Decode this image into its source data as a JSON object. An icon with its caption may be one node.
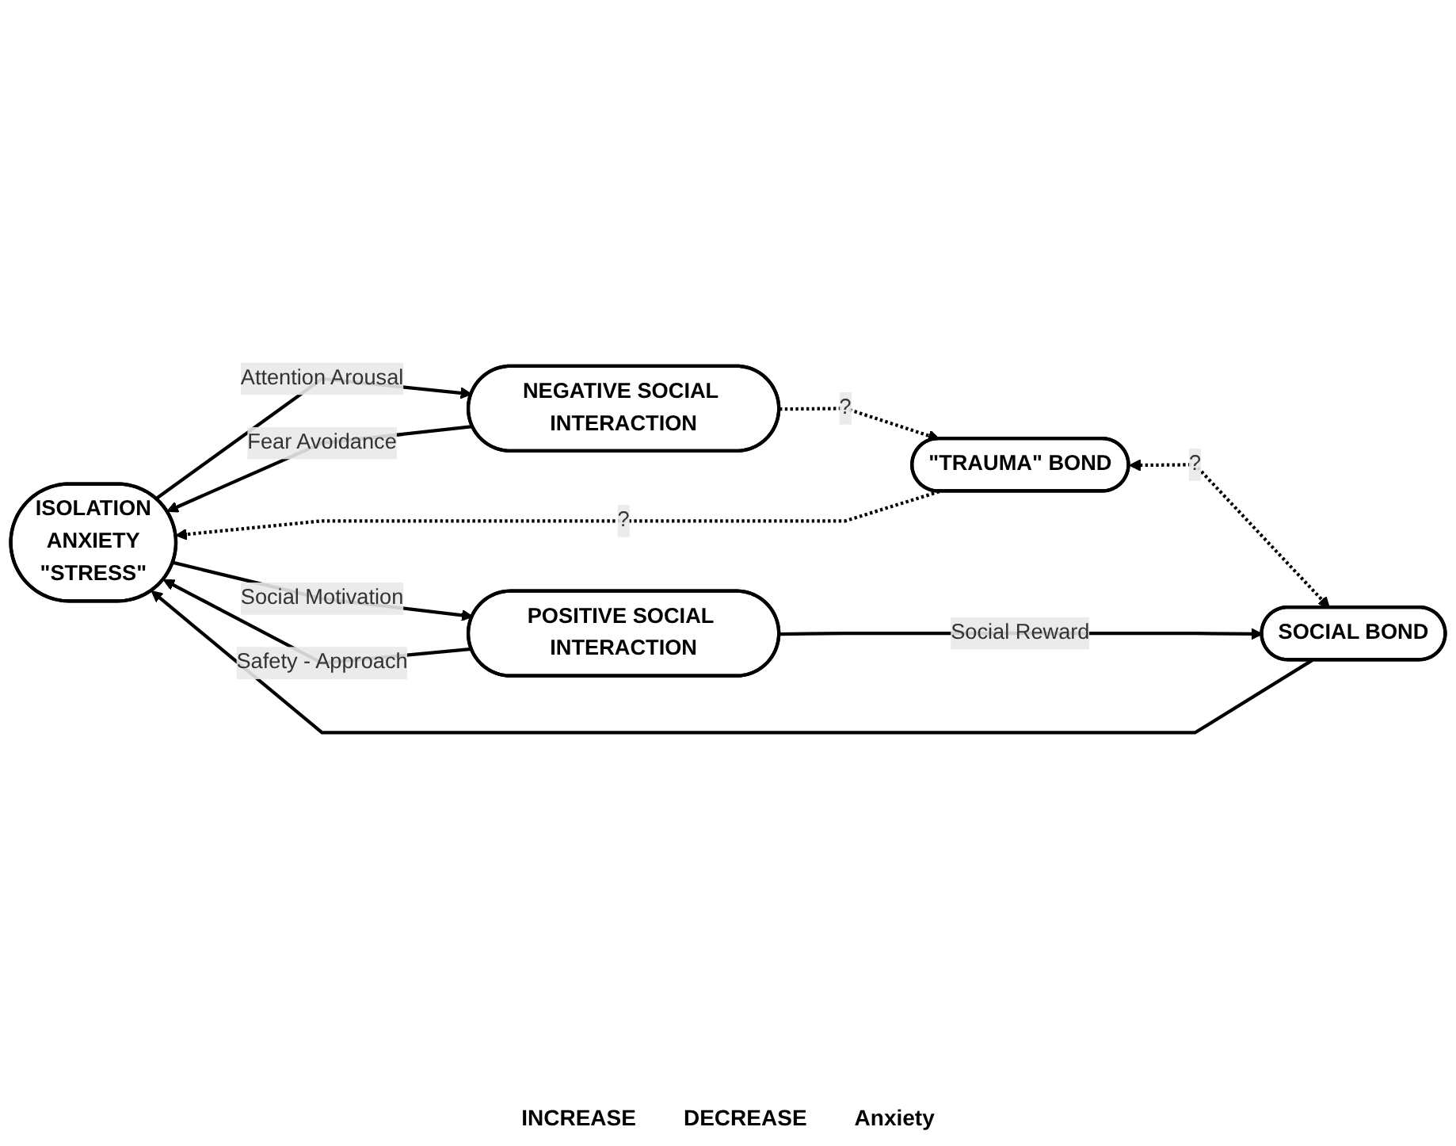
{
  "diagram": {
    "nodes": [
      {
        "text": [
          "ISOLATION",
          "ANXIETY",
          "\"STRESS\""
        ]
      },
      {
        "text": [
          "NEGATIVE SOCIAL INTERACTION"
        ]
      },
      {
        "text": [
          "\"TRAUMA\" BOND"
        ]
      },
      {
        "text": [
          "POSITIVE SOCIAL INTERACTION"
        ]
      },
      {
        "text": [
          "SOCIAL BOND"
        ]
      }
    ],
    "edges": [
      {
        "from": 1,
        "to": 0,
        "arrow": "to",
        "label": "Fear Avoidance"
      },
      {
        "from": 2,
        "to": 0,
        "arrow": "to",
        "label": "?",
        "style": "dashed"
      },
      {
        "from": 1,
        "to": 2,
        "arrow": "to",
        "label": "?",
        "style": "dashed"
      },
      {
        "from": 0,
        "to": 1,
        "arrow": "to",
        "label": "Attention Arousal"
      },
      {
        "from": 0,
        "to": 3,
        "arrow": "to",
        "label": "Social Motivation"
      },
      {
        "from": 2,
        "to": 4,
        "arrow": "both",
        "label": "?",
        "style": "dashed"
      },
      {
        "from": 3,
        "to": 4,
        "arrow": "to",
        "label": "Social Reward"
      },
      {
        "from": 3,
        "to": 0,
        "arrow": "to",
        "label": "Safety - Approach"
      },
      {
        "from": 4,
        "to": 0,
        "arrow": "to"
      }
    ],
    "labels": [
      "INCREASE",
      "DECREASE",
      "Anxiety"
    ]
  }
}
